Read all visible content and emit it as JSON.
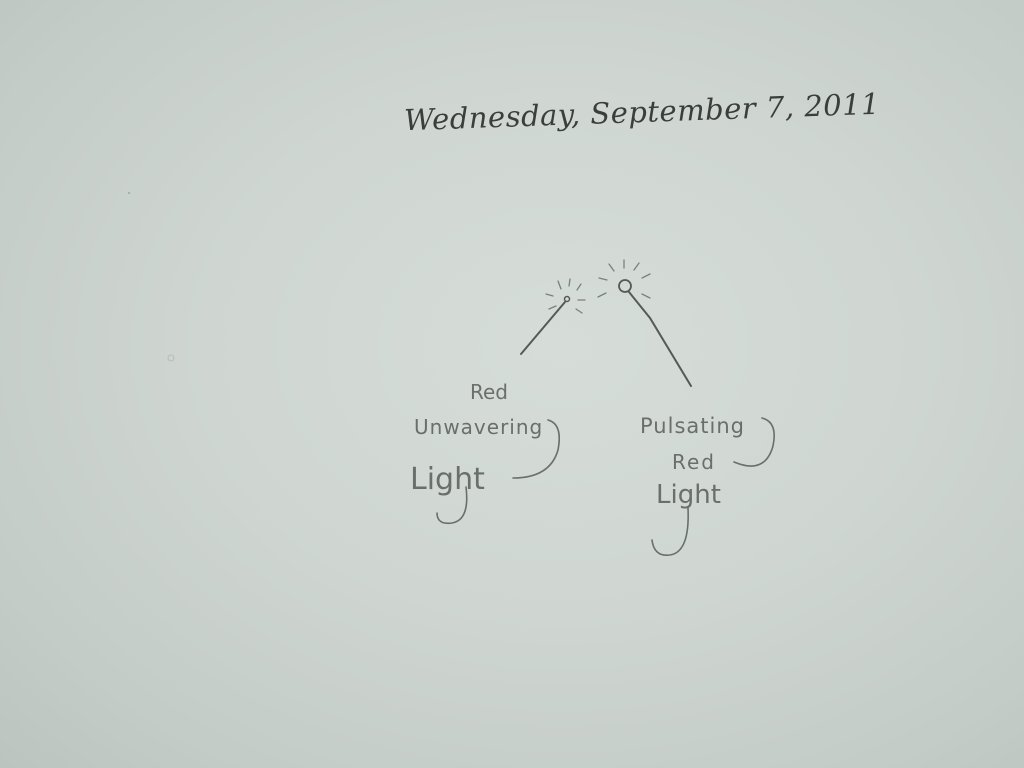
{
  "note": {
    "date": "Wednesday, September 7, 2011"
  },
  "labels": {
    "left": {
      "line1": "Red",
      "line2": "Unwavering",
      "line3": "Light"
    },
    "right": {
      "line1": "Pulsating",
      "line2": "Red",
      "line3": "Light"
    }
  },
  "colors": {
    "paper": "#cfd6d2",
    "pencil": "#3f4342",
    "pencil_light": "#6a6e6c"
  }
}
